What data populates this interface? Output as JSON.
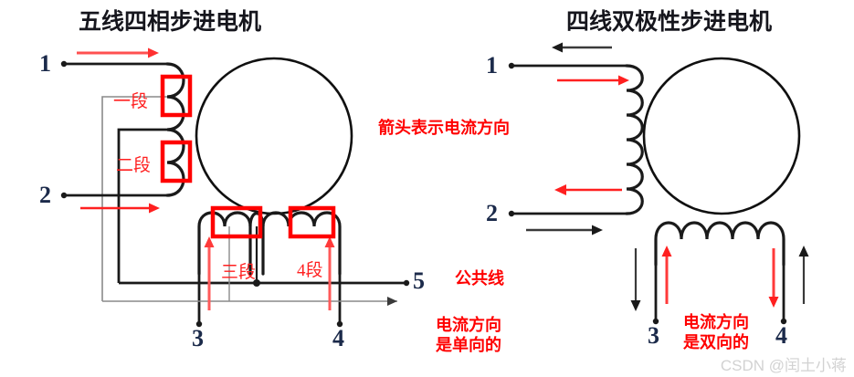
{
  "diagram": {
    "type": "schematic",
    "subject": "stepper-motor-wiring-comparison",
    "watermark": "CSDN @闰土小蒋",
    "colors": {
      "wire": "#1a1a1a",
      "wire_thin": "#8a8a8a",
      "highlight_box": "#ff0000",
      "current_arrow_red": "#ff2b2b",
      "current_arrow_black": "#1a1a1a",
      "label_text": "#1b2a4a",
      "note_text": "#ff0000",
      "rotor": "#101010",
      "watermark": "#d2d2d2"
    },
    "left": {
      "title": "五线四相步进电机",
      "terminals": [
        "1",
        "2",
        "3",
        "4",
        "5"
      ],
      "segment_labels": [
        "一段",
        "二段",
        "三段",
        "4段"
      ],
      "notes": [
        "公共线",
        "电流方向\n是单向的"
      ],
      "note_common_line": "公共线",
      "note_current_line1": "电流方向",
      "note_current_line2": "是单向的",
      "current_direction": "unidirectional",
      "highlight_count": 4
    },
    "right": {
      "title": "四线双极性步进电机",
      "terminals": [
        "1",
        "2",
        "3",
        "4"
      ],
      "notes": [
        "电流方向\n是双向的"
      ],
      "note_current_line1": "电流方向",
      "note_current_line2": "是双向的",
      "current_direction": "bidirectional",
      "highlight_count": 0
    },
    "shared_note": {
      "arrow_legend": "箭头表示电流方向"
    }
  }
}
